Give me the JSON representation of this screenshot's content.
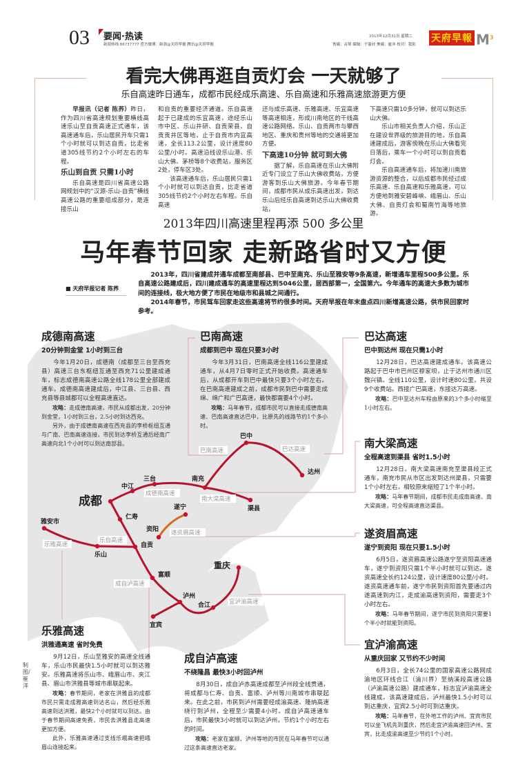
{
  "header": {
    "page_number": "03",
    "section": "要闻·热读",
    "hotline": "新闻热线 86737777 官方微博：新浪@天府早报  腾讯@天府早报",
    "date": "2013年12月31日 星期二",
    "editors": "责编：古琴  编辑：于曼欣  美编：崔洋  校对：我影",
    "logo": "天府早報",
    "m_logo": "M",
    "accent": "#c8102e"
  },
  "story1": {
    "headline": "看完大佛再逛自贡灯会  一天就够了",
    "subhead": "乐自高速昨日通车，成都市民经成乐高速、乐自高速和乐雅高速旅游更方便",
    "col1_lead": "早报讯（记者 陈荞）",
    "col1_p1": "昨日，作为四川省高速规划重要横线高速乐山至自贡高速正式通车，该高速通车后，乐山居民开车只需1个小时就可以到达自贡，比走省道305线节约2个小时左右的车程。",
    "col1_h": "乐山到自贡 只需1小时",
    "col1_p2": "乐自高速是四川省高速公路网规划中的“汉源-乐山-自贡”横线高速公路的重要组成部分，是连接乐山",
    "col2_p1": "和自贡的重要经济通道。乐自高速起于已建成的乐宜高速，途经乐山市中区、乐山井研、自贡荣县、自贡贡井区等地，止于自贡市内宜高速，全长113.2公里，设计速度80公里/小时。高速沿线设乐山港、乐山大佛、茅桥等8个收费站，服务区2处，停车区3处。",
    "col2_p2": "该高速通车后，乐山居民只需1个小时就可以到达自贡，比走省道305线节约2个小时左右车程。乐自高速",
    "col3_p1": "还与成乐高速、乐雅高速、乐宜高速等高速相连，形成川南地区的干线高速公路网络。乐山、自贡两市与攀西地区、重庆和贵州等地的交通将更加方便。",
    "col3_h": "下高速10分钟 就可到大佛",
    "col3_p2": "据了解，乐自高速在乐山大佛附近专门设立了乐山大佛收费站，方便游客到乐山大佛旅游。今年春节期间，成都市民从成乐高速出发，到达乐山后经乐自高速到达乐山大佛收费站，",
    "col4_p1": "下高速只需10多分钟，就可以到达乐山大佛。",
    "col4_p2": "乐山市相关负责人介绍，乐山正在建设世界级的旅游目的地，乐自高速建成后，游客傍晚在乐山大佛看完日落后，乘车一个小时可以到自贡看灯会。",
    "col4_p3": "乐自高速通车后，将加速川南旅游资源的整合，以后成都市民经过成乐高速、乐自高速和乐雅高速，可以方便地到雅安碧峰峡、峨眉山、乐山大佛、自贡灯会和蜀南竹海等地旅游。"
  },
  "story2": {
    "kicker": "2013年四川高速里程再添 500 多公里",
    "headline": "马年春节回家  走新路省时又方便",
    "byline": "■ 天府早报记者 陈荞",
    "intro_p1": "2013年，四川省建成并通车成都至南部县、巴中至南充、乐山至雅安等9条高速，新增通车里程500多公里。乐自高速公路建成后，四川建成通车的高速里程达到5046公里，居西部第一，全国第六。今年通车的高速大多数为城市间的连接线，极大地方便了市民在地级市和县城之间通行。",
    "intro_p2": "2014年春节，市民驾车回家走这些高速将节约很多时间。天府早报在年末盘点四川新增高速公路，供市民回家时参考。"
  },
  "highways": {
    "tip_label": "攻略：",
    "chengdenan": {
      "title": "成德南高速",
      "sub": "20分钟到金堂 1小时到三台",
      "p": "今年1月20日，成德南（成都至三台至西充县）高速三台东枢纽互通至西充71公里建成通车，标志成德南高速公路全线178公里全部建成通车。成德南高速建成后，中江县、三台县、西充县等县城都可以全程高速直达。",
      "tip": "走成德南高速，市民从成都出发，20分钟到金堂，1小时到三台，2.5小时到达西充。",
      "extra": "另外，由于成德南高速在西充县的李桥枢纽互通与广南、巴南高速连接，市民到达李桥互通后经南广高速向北1个小时可以到达南部县。"
    },
    "banan": {
      "title": "巴南高速",
      "sub": "成都到巴中 现在只要3小时",
      "p": "今年3月31日，巴南高速全线116公里建成通车，从4月7日零时正式开始收费。高速通车后，从成都开车到巴中最快只要3个小时左右。在巴南高速建成之前，成都市民到巴中需要走成绵、绵广和广巴高速，最快都需要4个小时。",
      "tip": "马年春节，成都市民可以直接走成德南高速、巴南高速直达巴中，比原先的线路节约1个多小时。"
    },
    "bada": {
      "title": "巴达高速",
      "sub": "巴中到达州 现在只需1小时",
      "p": "12月28日，巴达高速建成通车。该高速公路起于巴中市巴州区穆家坝，止于达州市通川区魏兴镇。全线110公里，设计时速80公里，共设9个收费站。西接广巴高速，东接达万高速。",
      "tip": "巴中至达州车程由原来的3个多小时缩至1小时左右。"
    },
    "nandaliang": {
      "title": "南大梁高速",
      "sub": "全程高速到渠县 省时1.5小时",
      "p": "12月28日，南大梁高速南充至渠县段正式通车，南充市民从市区出发到达州渠县，只需要1个小时左右，相较原来缩短了1个半小时。",
      "tip": "马年春节期间，成都市民走成南高速、南大梁高速，可全程高速直达渠县。"
    },
    "suizimei": {
      "title": "遂资眉高速",
      "sub": "遂宁到资阳 现在只要1.5小时",
      "p": "6月5日，遂资眉高速公路遂宁至资阳高速通车，遂宁到资阳只需1个半小时就可以到达。遂资高速全长约124公里，设计速度80公里/小时。遂资高速通车前，遂宁市民到资阳首先要通过内遂高速到内江，走成渝高速到资阳，需要走3个小时左右。",
      "tip": "马年春节期间，遂宁市民到资阳只需要1个半小时就能到资阳。"
    },
    "yiluyu": {
      "title": "宜泸渝高速",
      "sub": "从重庆回家 又节约不少时间",
      "p": "6月3日，全长74公里的国家高速公路网成渝地区环线合江（渝川界）至纳溪段高速公路（泸渝高速公路）建成通车，标志宜泸渝高速全线建成。该高速建成后，泸州最快1.5小时可以到达重庆，宜宾2.5小时可到达重庆。",
      "tip": "马年春节，在外地工作的泸州、宜宾市民可以坐飞机先到重庆，然后走宜泸渝高速回泸州、宜宾，比走成渝高速至少节约1个小时。"
    },
    "chengzilu": {
      "title": "成自泸高速",
      "sub": "不绕隆昌 最快3小时回泸州",
      "p": "8月30日，成自泸赤高速成都至泸州段全线贯通，将成都与仁寿、自贡、富顺、泸州等川南城市串联起来。在此之前，市民到泸州需要经成渝高速、隆纳高速绕行到泸州，全程至少需要4小时。成自泸高速通车后，市民最快3小时就可以到达泸州，节约1个小时左右的时间。",
      "tip": "老家在富顺、泸州等地的市民在马年春节可以通过这条高速直达老家。"
    },
    "leya": {
      "title": "乐雅高速",
      "sub": "洪雅通高速 省时免费",
      "p": "9月12日，乐山至雅安的高速全线通车，乐山市民最快1.5小时就可以到达雅安。乐雅高速将乐山市、峨眉山市、夹江县、眉山市洪雅县等城市串联起来。",
      "tip": "春节期间，老家在洪雅县的成都市民只需走成雅高速到达名山，然后经乐雅高速到达洪雅，最快2个小时就可以到达。由于春节期间高速免费，市民去洪雅县走高速更加方便。",
      "extra": "此外，乐雅高速通过支线乐峨高速把峨眉山连接起来。"
    }
  },
  "map": {
    "cities": {
      "chengdu": "成都",
      "zhongjiang": "中江",
      "santai": "三台",
      "nanchong": "南充",
      "quxian": "渠县",
      "bazhong": "巴中",
      "dazhou": "达州",
      "renshou": "仁寿",
      "zigong": "自贡",
      "leshan": "乐山",
      "yaan": "雅安市",
      "suining": "遂宁",
      "ziyang": "资阳",
      "fushun": "富顺",
      "luzhou": "泸州",
      "hejiang": "合江",
      "chongqing": "重庆",
      "yibin": "宜宾"
    },
    "routes": {
      "banan": "巴南高速",
      "bada": "巴达高速",
      "chengdenan": "成德南高速",
      "nandaliang": "南大梁高速",
      "suizimei": "遂资眉高速",
      "lezi": "乐自高速",
      "leya": "乐雅高速",
      "chengzilu": "成自泸高速",
      "yiluyu": "宜泸渝高速"
    },
    "route_color": "#b5122b",
    "suizi_color": "#d2691e"
  },
  "credit": "制图/崔洋"
}
